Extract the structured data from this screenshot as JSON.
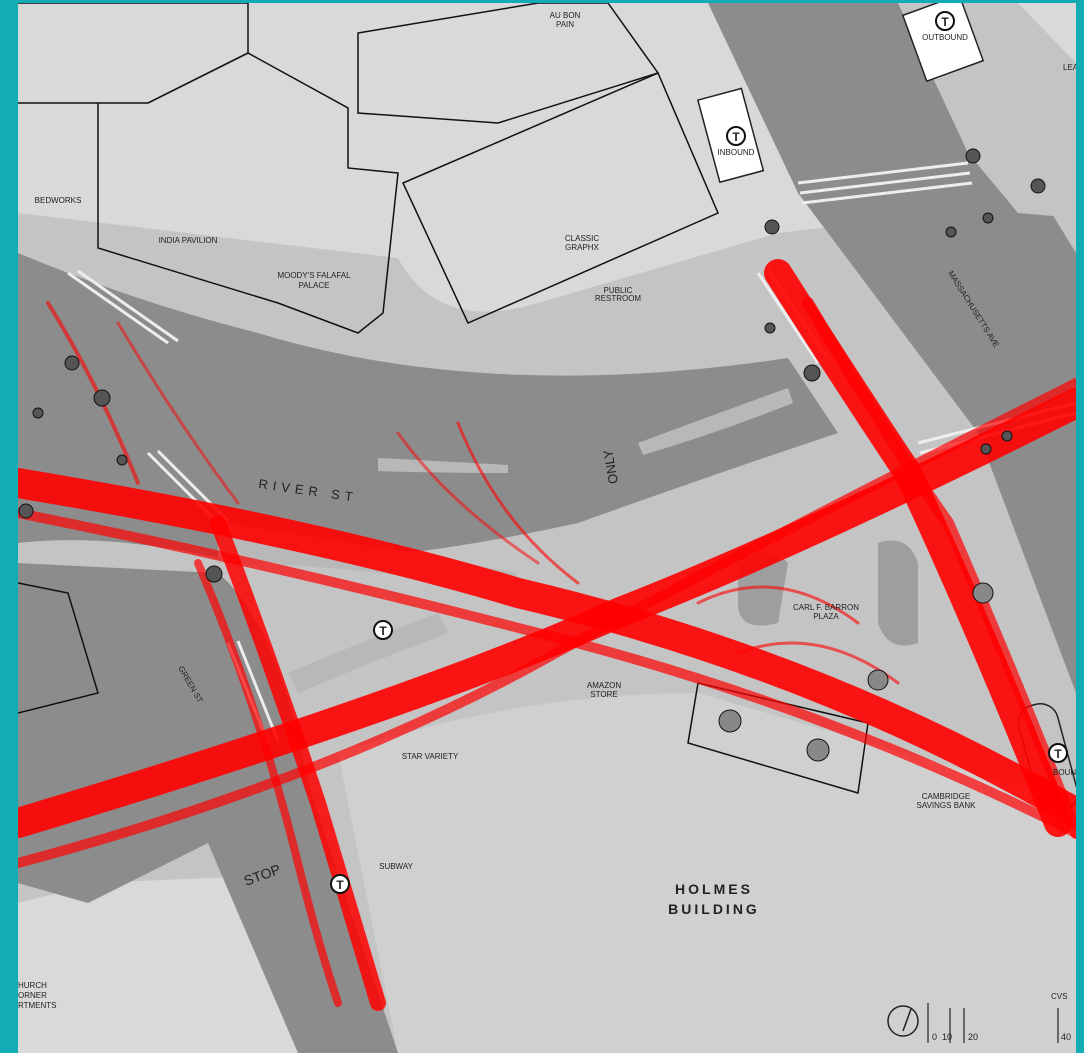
{
  "labels": {
    "au_bon_pain_1": "AU BON",
    "au_bon_pain_2": "PAIN",
    "bedworks": "BEDWORKS",
    "india_pavilion": "INDIA PAVILION",
    "moodys_1": "MOODY'S FALAFAL",
    "moodys_2": "PALACE",
    "classic_graphx_1": "CLASSIC",
    "classic_graphx_2": "GRAPHX",
    "public_restroom_1": "PUBLIC",
    "public_restroom_2": "RESTROOM",
    "inbound": "INBOUND",
    "outbound": "OUTBOUND",
    "lea": "LEA",
    "mass_ave": "MASSACHUSETTS AVE",
    "river_st": "RIVER   ST",
    "only": "ONLY",
    "carl_barron_1": "CARL F. BARRON",
    "carl_barron_2": "PLAZA",
    "green_st": "GREEN ST",
    "amazon_1": "AMAZON",
    "amazon_2": "STORE",
    "star_variety": "STAR VARIETY",
    "cambridge_savings_1": "CAMBRIDGE",
    "cambridge_savings_2": "SAVINGS BANK",
    "bound": "BOUND",
    "holmes_1": "HOLMES",
    "holmes_2": "BUILDING",
    "subway": "SUBWAY",
    "stop": "STOP",
    "church_1": "HURCH",
    "church_2": "ORNER",
    "church_3": "RTMENTS",
    "cvs": "CVS",
    "t_symbol": "T"
  },
  "scale_bar": {
    "ticks": [
      "0",
      "10",
      "20",
      "40"
    ]
  },
  "colors": {
    "frame": "#12adb4",
    "building": "#d9d9d9",
    "sidewalk": "#c4c4c4",
    "road": "#8c8c8c",
    "island": "#b8b8b8",
    "trace": "#ff0000"
  }
}
